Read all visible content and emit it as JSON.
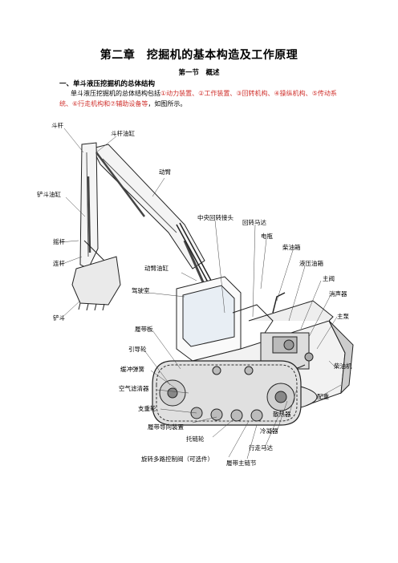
{
  "document": {
    "title": "第二章　挖掘机的基本构造及工作原理",
    "section": "第一节　概述",
    "heading": "一、单斗液压挖掘机的总体结构",
    "para_prefix": "单斗液压挖掘机的总体结构包括",
    "para_items_line1": "①动力装置、②工作装置、③回转机构、④操纵机构、",
    "para_items_line2": "⑤传动系统、⑥行走机构和⑦辅助设备等",
    "para_suffix": "，如图所示。"
  },
  "figure": {
    "labels": {
      "dougan": "斗杆",
      "dougan_cyl": "斗杆油缸",
      "dongbi": "动臂",
      "chandou_cyl": "铲斗油缸",
      "center_joint": "中央回转接头",
      "swing_motor": "回转马达",
      "battery": "电瓶",
      "fuel_tank": "柴油箱",
      "hyd_tank": "液压油箱",
      "main_valve": "主阀",
      "muffler": "消声器",
      "main_pump": "主泵",
      "yaogan": "摇杆",
      "liangan": "连杆",
      "boom_cyl": "动臂油缸",
      "cab": "驾驶室",
      "bucket": "铲斗",
      "track_plate": "履带板",
      "idler": "引导轮",
      "buffer_spring": "缓冲弹簧",
      "air_filter": "空气滤清器",
      "support_roller": "支重轮",
      "track_guide": "履带导向装置",
      "carrier_roller": "托链轮",
      "swing_valve": "旋转多路控制阀（可选件）",
      "track_pin": "履带主链节",
      "travel_motor": "行走马达",
      "cooler": "冷凝器",
      "radiator": "散热器",
      "counterweight": "配重",
      "engine": "柴油机"
    }
  }
}
